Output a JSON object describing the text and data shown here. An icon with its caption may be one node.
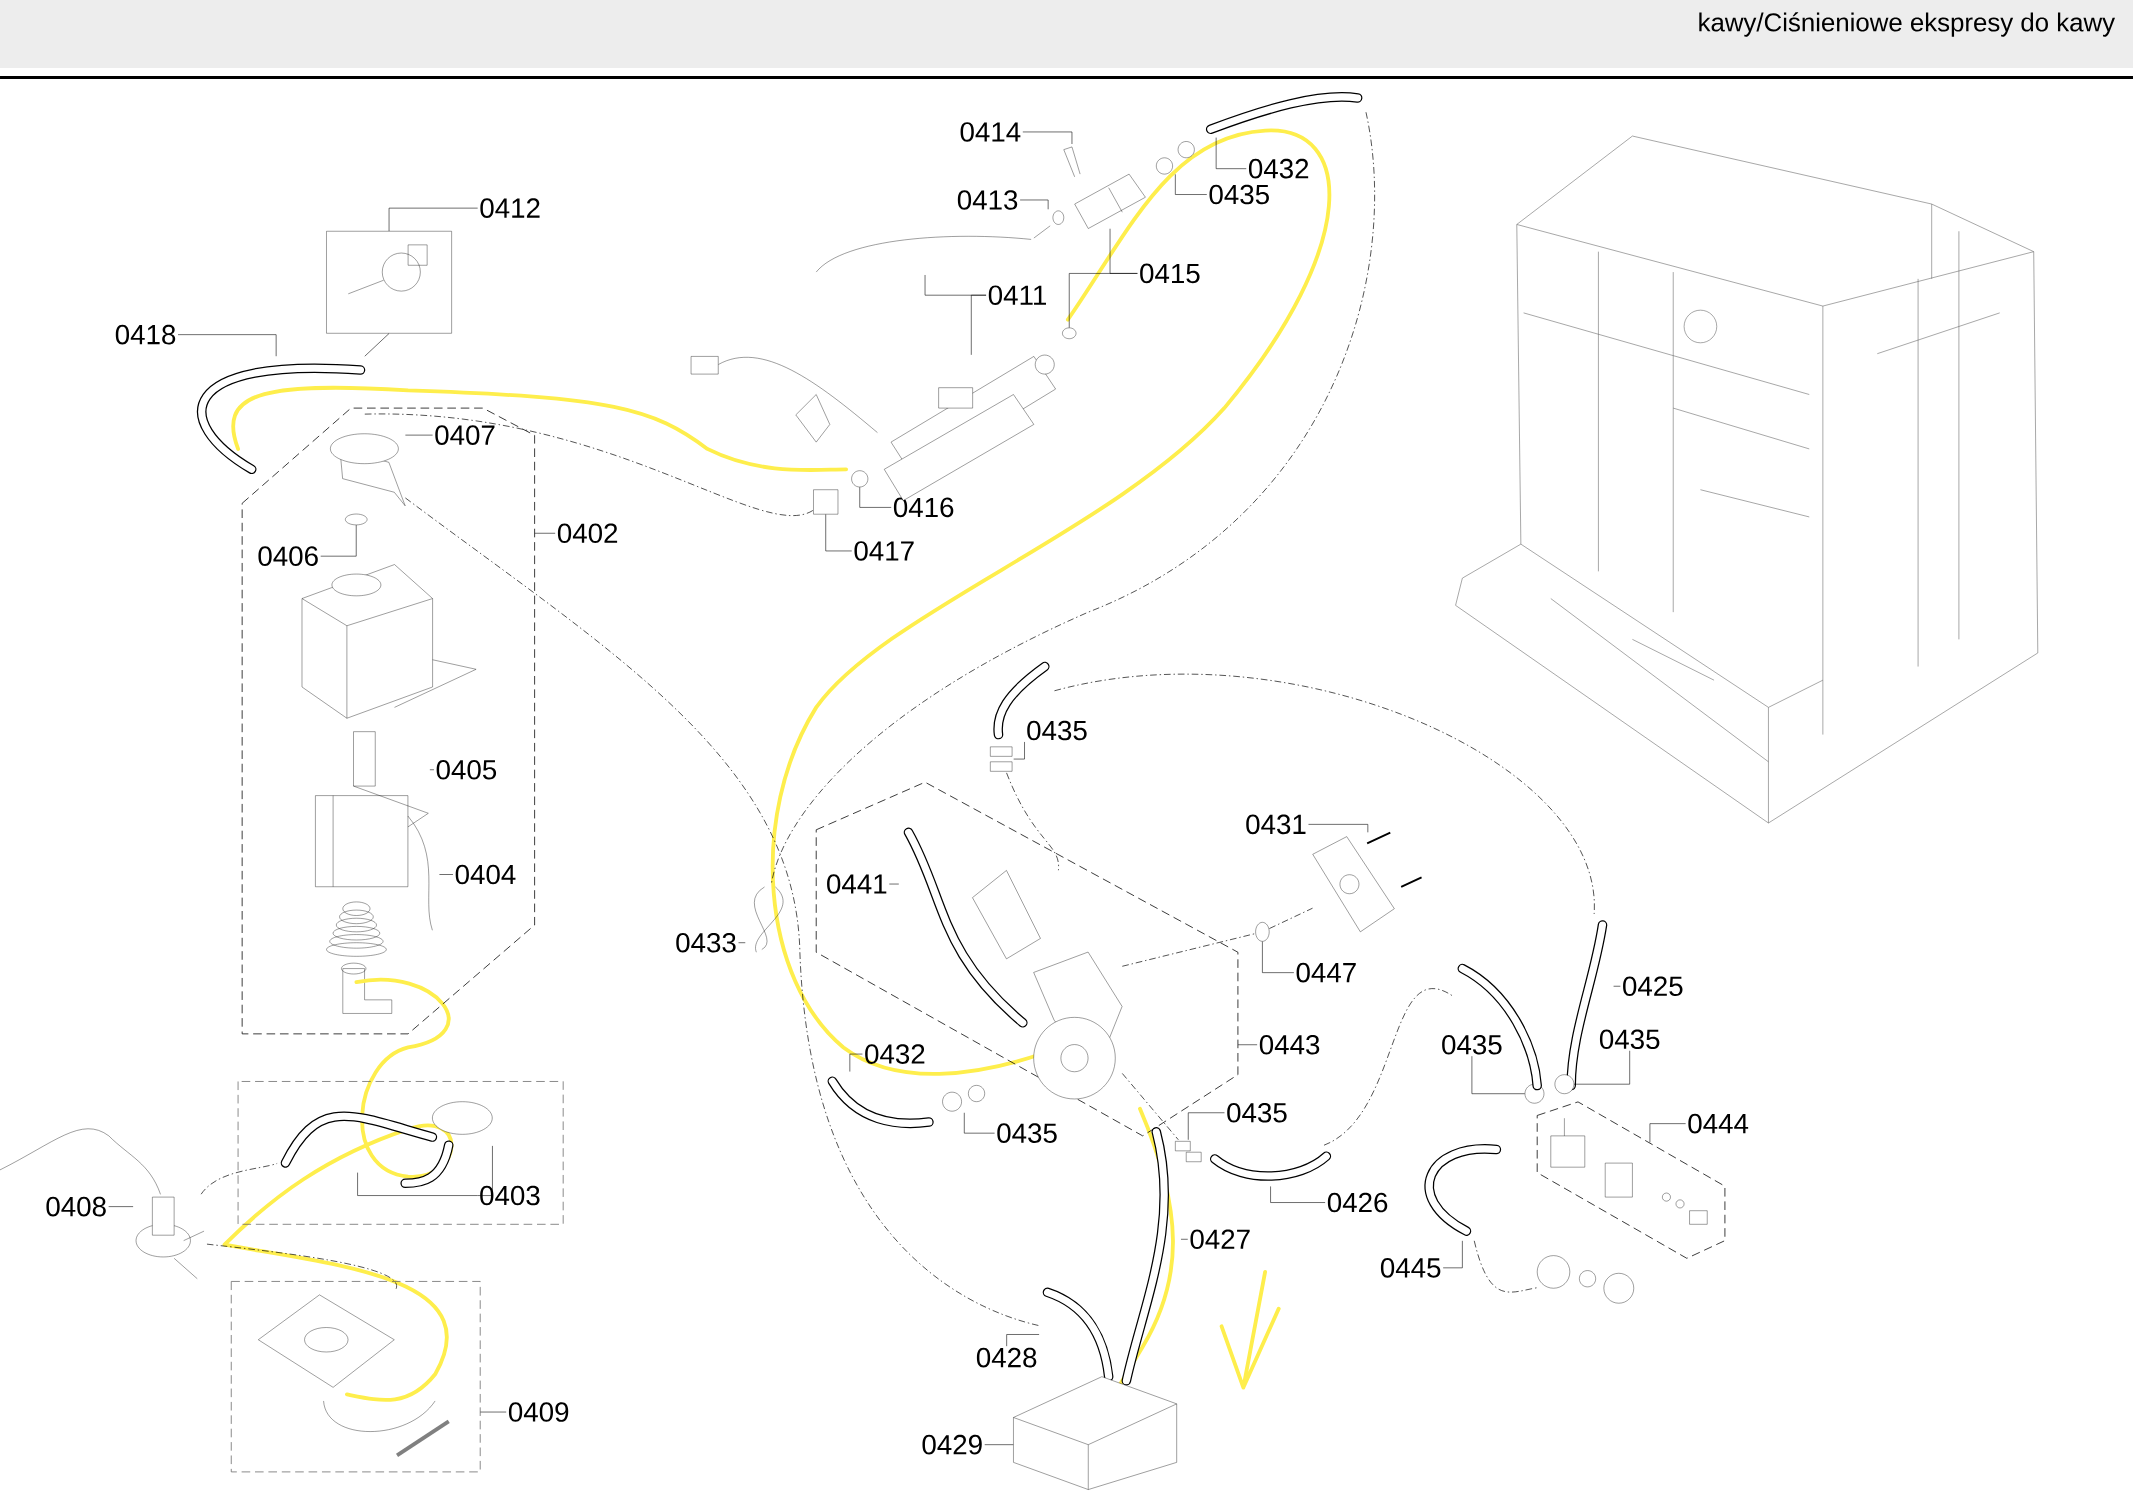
{
  "diagram": {
    "nodes": [
      {
        "text": [],
        "shape": "box"
      },
      {
        "text": [],
        "shape": "box"
      },
      {
        "text": [],
        "shape": "box"
      },
      {
        "text": [],
        "shape": "box"
      },
      {
        "text": [],
        "shape": "box"
      },
      {
        "text": [
          "0414"
        ]
      },
      {
        "text": [
          "0432"
        ]
      },
      {
        "text": [
          "0413"
        ]
      },
      {
        "text": [
          "0435"
        ]
      },
      {
        "text": [
          "0412"
        ]
      },
      {
        "text": [
          "0415"
        ]
      },
      {
        "text": [
          "0411"
        ]
      },
      {
        "text": [
          "0418"
        ]
      },
      {
        "text": [
          "0407"
        ],
        "in": 0
      },
      {
        "text": [
          "0416"
        ]
      },
      {
        "text": [
          "0402"
        ]
      },
      {
        "text": [
          "0417"
        ]
      },
      {
        "text": [
          "0406"
        ],
        "in": 0
      },
      {
        "text": [
          "0435"
        ]
      },
      {
        "text": [
          "0405"
        ],
        "in": 0
      },
      {
        "text": [
          "0431"
        ]
      },
      {
        "text": [
          "0404"
        ],
        "in": 0
      },
      {
        "text": [
          "0441"
        ],
        "in": 1
      },
      {
        "text": [
          "0433"
        ]
      },
      {
        "text": [
          "0447"
        ]
      },
      {
        "text": [
          "0425"
        ]
      },
      {
        "text": [
          "0443"
        ]
      },
      {
        "text": [
          "0435"
        ]
      },
      {
        "text": [
          "0435"
        ]
      },
      {
        "text": [
          "0432"
        ],
        "in": 1
      },
      {
        "text": [
          "0435"
        ]
      },
      {
        "text": [
          "0444"
        ]
      },
      {
        "text": [
          "0435"
        ]
      },
      {
        "text": [
          "0403"
        ],
        "in": 3
      },
      {
        "text": [
          "0426"
        ]
      },
      {
        "text": [
          "0408"
        ]
      },
      {
        "text": [
          "0427"
        ]
      },
      {
        "text": [
          "0445"
        ]
      },
      {
        "text": [
          "0428"
        ]
      },
      {
        "text": [
          "0409"
        ]
      },
      {
        "text": [
          "0429"
        ]
      },
      {
        "text": [],
        "shape": "picture"
      },
      {
        "text": [],
        "shape": "picture"
      },
      {
        "text": [],
        "shape": "picture"
      },
      {
        "text": [],
        "shape": "picture"
      },
      {
        "text": [],
        "shape": "picture"
      },
      {
        "text": [],
        "shape": "circle"
      },
      {
        "text": [],
        "shape": "picture"
      },
      {
        "text": [],
        "shape": "picture"
      },
      {
        "text": [],
        "shape": "picture"
      },
      {
        "text": [],
        "shape": "picture"
      },
      {
        "text": [],
        "shape": "picture",
        "in": 0
      },
      {
        "text": [],
        "shape": "circle"
      },
      {
        "text": [],
        "shape": "box"
      },
      {
        "text": [],
        "shape": "circle",
        "in": 0
      },
      {
        "text": [],
        "shape": "picture"
      },
      {
        "text": [],
        "shape": "picture"
      },
      {
        "text": [],
        "shape": "picture",
        "in": 0
      },
      {
        "text": [],
        "shape": "picture"
      },
      {
        "text": [],
        "shape": "picture",
        "in": 0
      },
      {
        "text": [],
        "shape": "picture",
        "in": 1
      },
      {
        "text": [],
        "shape": "picture"
      },
      {
        "text": [],
        "shape": "circle"
      },
      {
        "text": [],
        "shape": "picture"
      },
      {
        "text": [],
        "shape": "circle"
      },
      {
        "text": [],
        "shape": "circle"
      },
      {
        "text": [],
        "shape": "picture",
        "in": 1
      },
      {
        "text": [],
        "shape": "picture"
      },
      {
        "text": [],
        "shape": "picture",
        "in": 1
      },
      {
        "text": [],
        "shape": "picture",
        "in": 3
      },
      {
        "text": [],
        "shape": "picture",
        "in": 3
      },
      {
        "text": [],
        "shape": "picture"
      },
      {
        "text": [],
        "shape": "picture"
      },
      {
        "text": [],
        "shape": "picture"
      },
      {
        "text": [],
        "shape": "picture"
      },
      {
        "text": [],
        "shape": "picture"
      },
      {
        "text": [],
        "shape": "picture",
        "in": 4
      },
      {
        "text": [],
        "shape": "picture"
      },
      {
        "text": [],
        "shape": "picture"
      },
      {
        "text": [],
        "shape": "picture"
      },
      {
        "text": [],
        "shape": "picture",
        "in": 1
      }
    ],
    "edges": [
      {
        "from": 5,
        "to": 42,
        "arrow": "none"
      },
      {
        "from": 6,
        "to": 41,
        "arrow": "none"
      },
      {
        "from": 7,
        "to": 43,
        "arrow": "none"
      },
      {
        "from": 8,
        "to": 44,
        "arrow": "none"
      },
      {
        "from": 9,
        "to": 49,
        "arrow": "none"
      },
      {
        "from": 10,
        "to": 45,
        "arrow": "none"
      },
      {
        "from": 10,
        "to": 46,
        "arrow": "none"
      },
      {
        "from": 11,
        "to": 47,
        "arrow": "none"
      },
      {
        "from": 11,
        "to": 48,
        "arrow": "none"
      },
      {
        "from": 12,
        "to": 50,
        "arrow": "none"
      },
      {
        "from": 13,
        "to": 51,
        "arrow": "none"
      },
      {
        "from": 14,
        "to": 52,
        "arrow": "none"
      },
      {
        "from": 15,
        "to": 0,
        "arrow": "none"
      },
      {
        "from": 16,
        "to": 53,
        "arrow": "none"
      },
      {
        "from": 17,
        "to": 54,
        "arrow": "none"
      },
      {
        "from": 18,
        "to": 56,
        "arrow": "none"
      },
      {
        "from": 19,
        "to": 57,
        "arrow": "none"
      },
      {
        "from": 20,
        "to": 58,
        "arrow": "none"
      },
      {
        "from": 21,
        "to": 59,
        "arrow": "none"
      },
      {
        "from": 22,
        "to": 60,
        "arrow": "none"
      },
      {
        "from": 23,
        "to": 61,
        "arrow": "none"
      },
      {
        "from": 24,
        "to": 62,
        "arrow": "none"
      },
      {
        "from": 25,
        "to": 63,
        "arrow": "none"
      },
      {
        "from": 26,
        "to": 1,
        "arrow": "none"
      },
      {
        "from": 27,
        "to": 64,
        "arrow": "none"
      },
      {
        "from": 28,
        "to": 65,
        "arrow": "none"
      },
      {
        "from": 29,
        "to": 66,
        "arrow": "none"
      },
      {
        "from": 30,
        "to": 67,
        "arrow": "none"
      },
      {
        "from": 31,
        "to": 2,
        "arrow": "none"
      },
      {
        "from": 32,
        "to": 68,
        "arrow": "none"
      },
      {
        "from": 33,
        "to": 69,
        "arrow": "none"
      },
      {
        "from": 33,
        "to": 70,
        "arrow": "none"
      },
      {
        "from": 34,
        "to": 71,
        "arrow": "none"
      },
      {
        "from": 35,
        "to": 72,
        "arrow": "none"
      },
      {
        "from": 36,
        "to": 73,
        "arrow": "none"
      },
      {
        "from": 37,
        "to": 74,
        "arrow": "none"
      },
      {
        "from": 38,
        "to": 75,
        "arrow": "none"
      },
      {
        "from": 39,
        "to": 4,
        "arrow": "none"
      },
      {
        "from": 40,
        "to": 77,
        "arrow": "none"
      },
      {
        "from": 50,
        "to": 53,
        "arrow": "none",
        "style": "dashed"
      },
      {
        "from": 51,
        "to": 75,
        "arrow": "none",
        "style": "dashed"
      },
      {
        "from": 41,
        "to": 61,
        "arrow": "none",
        "style": "dashed"
      },
      {
        "from": 55,
        "to": 63,
        "arrow": "none",
        "style": "dashed"
      },
      {
        "from": 71,
        "to": 78,
        "arrow": "none",
        "style": "dashed"
      },
      {
        "from": 74,
        "to": 79,
        "arrow": "none",
        "style": "dashed"
      },
      {
        "from": 72,
        "to": 76,
        "arrow": "none",
        "style": "dashed"
      },
      {
        "from": 72,
        "to": 70,
        "arrow": "none",
        "style": "dashed"
      },
      {
        "from": 56,
        "to": 80,
        "arrow": "none",
        "style": "dashed"
      },
      {
        "from": 80,
        "to": 62,
        "arrow": "none",
        "style": "dashed"
      },
      {
        "from": 62,
        "to": 58,
        "arrow": "none",
        "style": "dashed"
      },
      {
        "from": 80,
        "to": 67,
        "arrow": "none",
        "style": "dashed"
      },
      {
        "from": 49,
        "to": 50,
        "arrow": "none"
      }
    ],
    "labels": [
      "kawy/Ciśnieniowe ekspresy do kawy"
    ]
  }
}
